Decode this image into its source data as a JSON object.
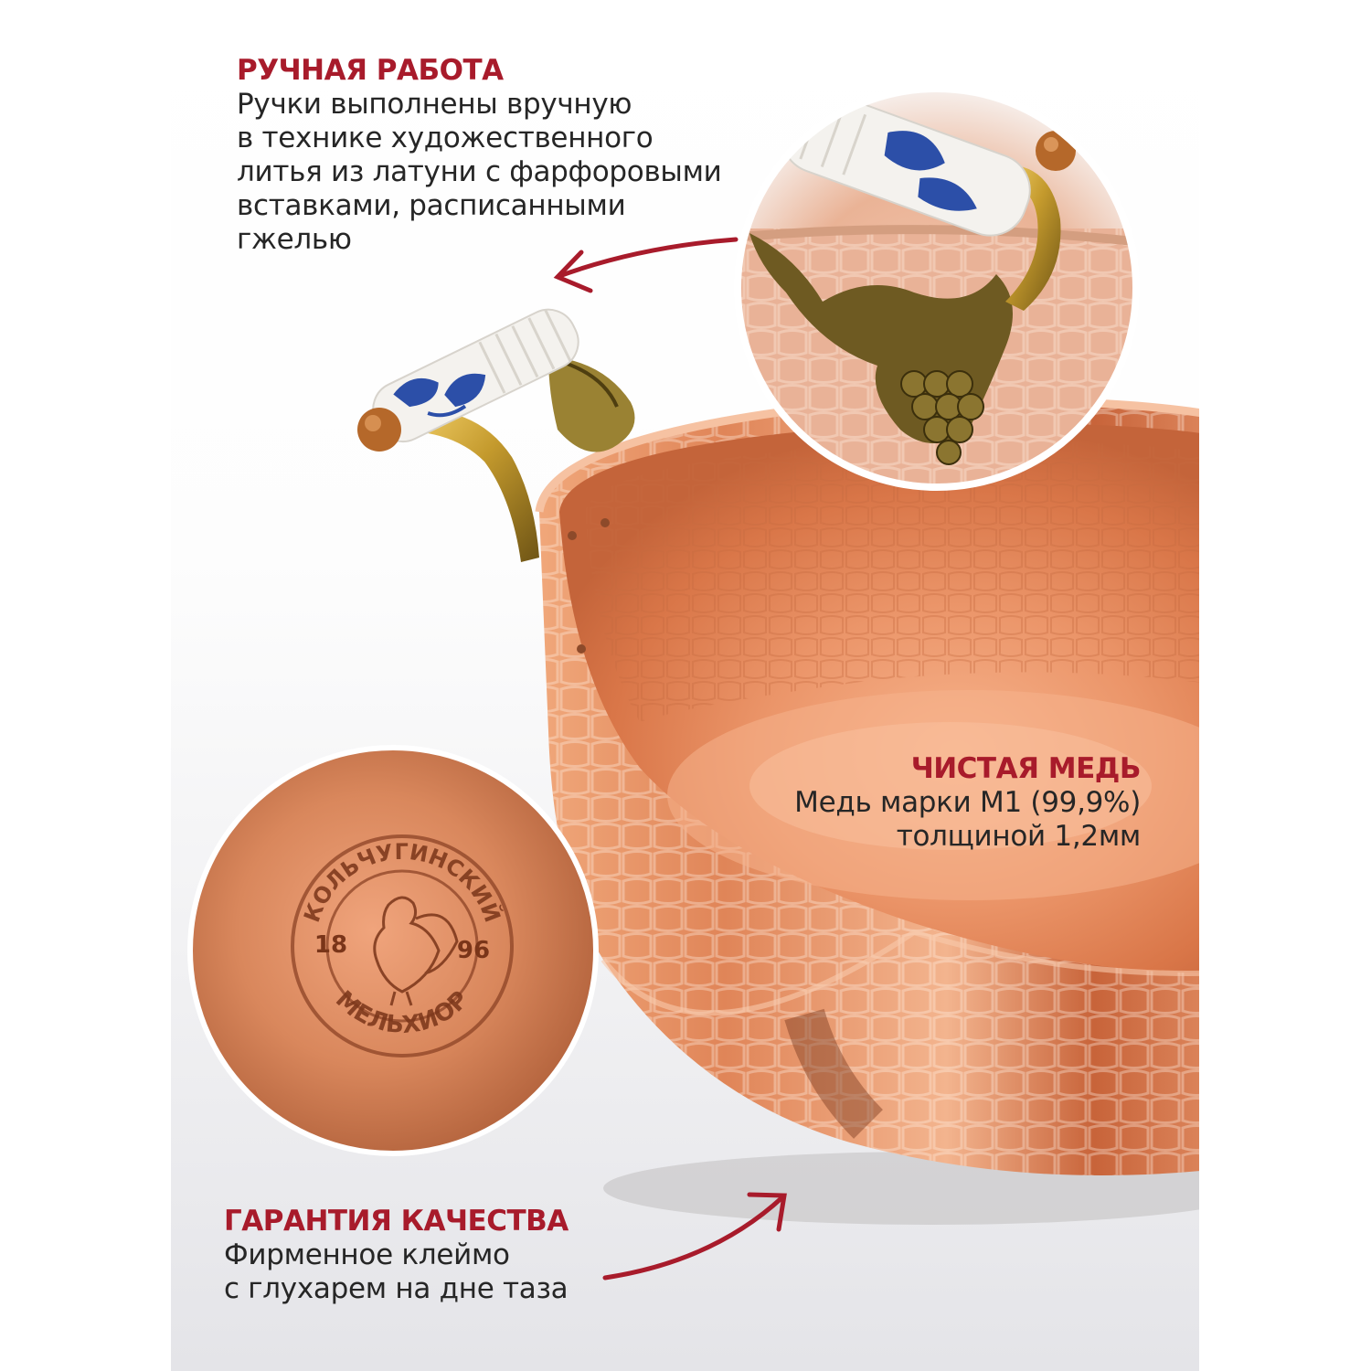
{
  "colors": {
    "accent": "#a81b2b",
    "copper": "#e08a5c",
    "brass": "#b8952a",
    "gzhel_blue": "#2c4fa8"
  },
  "blocks": {
    "handmade": {
      "title": "РУЧНАЯ РАБОТА",
      "lines": [
        "Ручки выполнены вручную",
        "в технике художественного",
        "литья из латуни с фарфоровыми",
        "вставками, расписанными",
        "гжелью"
      ]
    },
    "copper": {
      "title": "ЧИСТАЯ МЕДЬ",
      "lines": [
        "Медь марки М1 (99,9%)",
        "толщиной 1,2мм"
      ]
    },
    "quality": {
      "title": "ГАРАНТИЯ КАЧЕСТВА",
      "lines": [
        "Фирменное клеймо",
        "с глухарем на дне таза"
      ]
    }
  },
  "stamp": {
    "top_text": "КОЛЬЧУГИНСКИЙ",
    "bottom_text": "МЕЛЬХИОР",
    "year_left": "18",
    "year_right": "96"
  },
  "icons": {
    "arrow_top": "curved-arrow-left-icon",
    "arrow_bottom": "curved-arrow-up-right-icon",
    "bird": "capercaillie-icon"
  }
}
